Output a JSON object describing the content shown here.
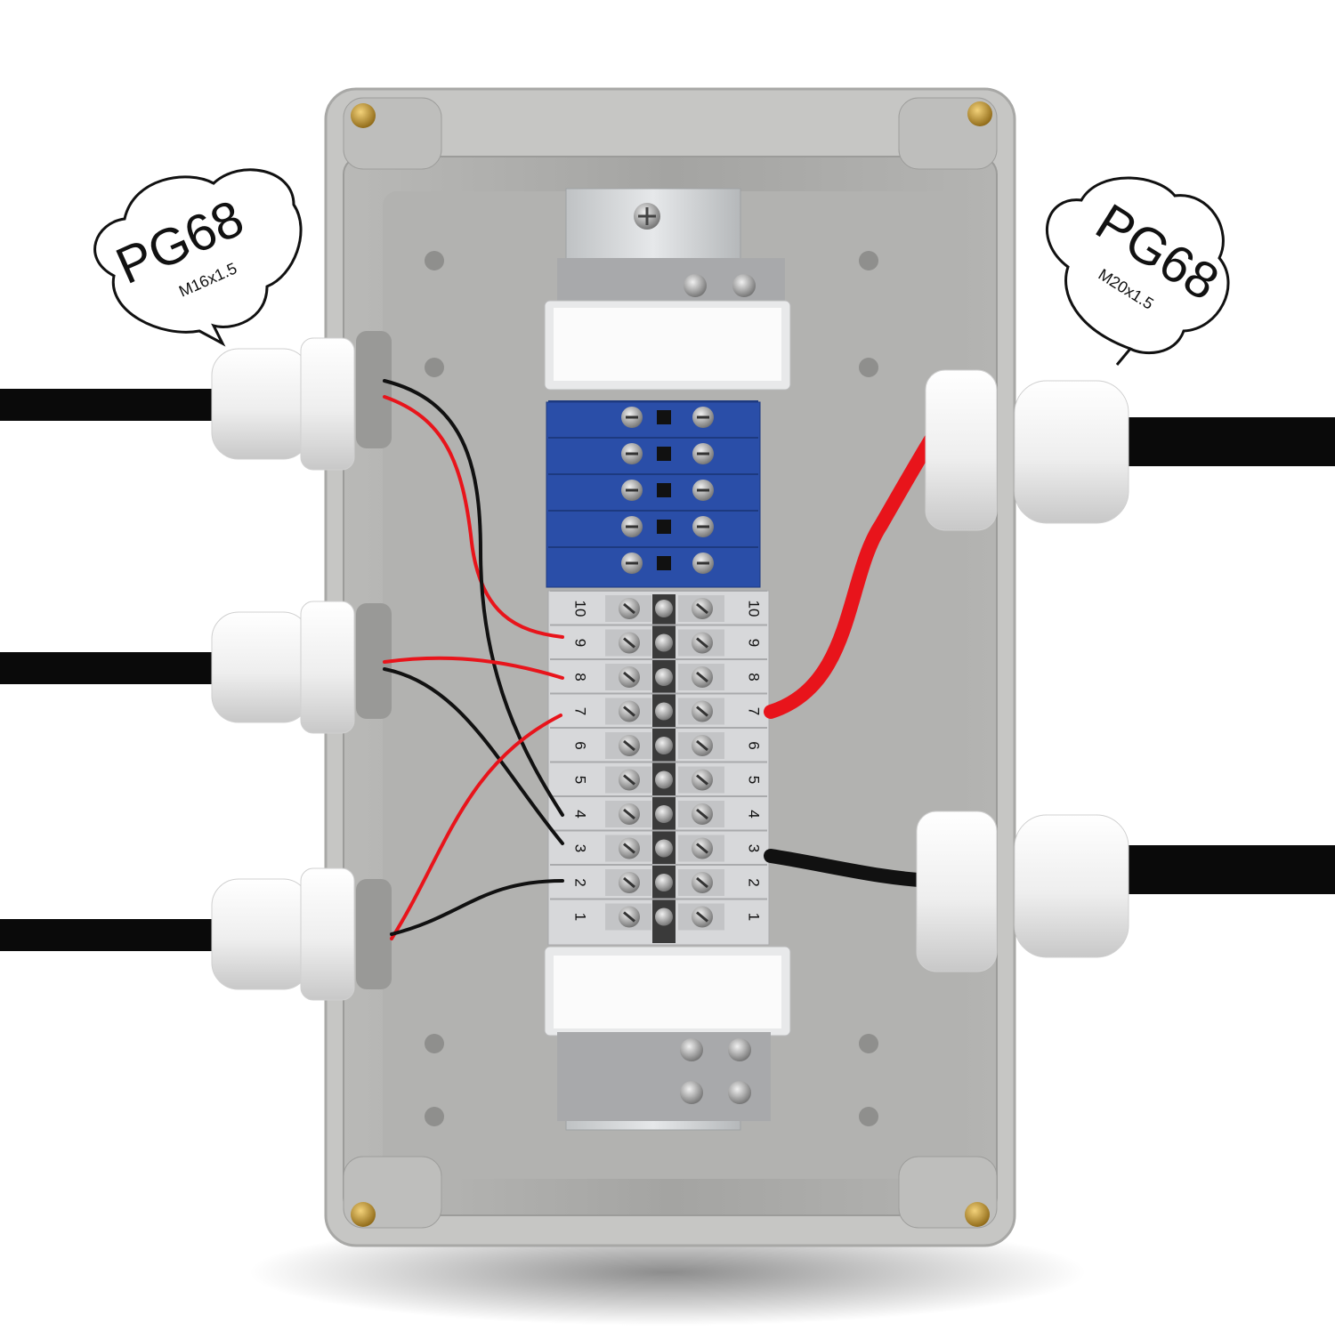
{
  "callouts": {
    "left": {
      "title": "PG68",
      "subtitle": "M16x1.5"
    },
    "right": {
      "title": "PG68",
      "subtitle": "M20x1.5"
    }
  },
  "terminal_block": {
    "numbers": [
      "10",
      "9",
      "8",
      "7",
      "6",
      "5",
      "4",
      "3",
      "2",
      "1"
    ]
  },
  "colors": {
    "enclosure": "#c9c9c7",
    "enclosure_inner": "#a9a9a7",
    "terminal_grey": "#d7d8da",
    "terminal_blue": "#2a4ea8",
    "wire_red": "#e8141b",
    "wire_black": "#111111",
    "cable": "#0a0a0a",
    "gland": "#f4f4f4",
    "brass": "#b8902c"
  }
}
